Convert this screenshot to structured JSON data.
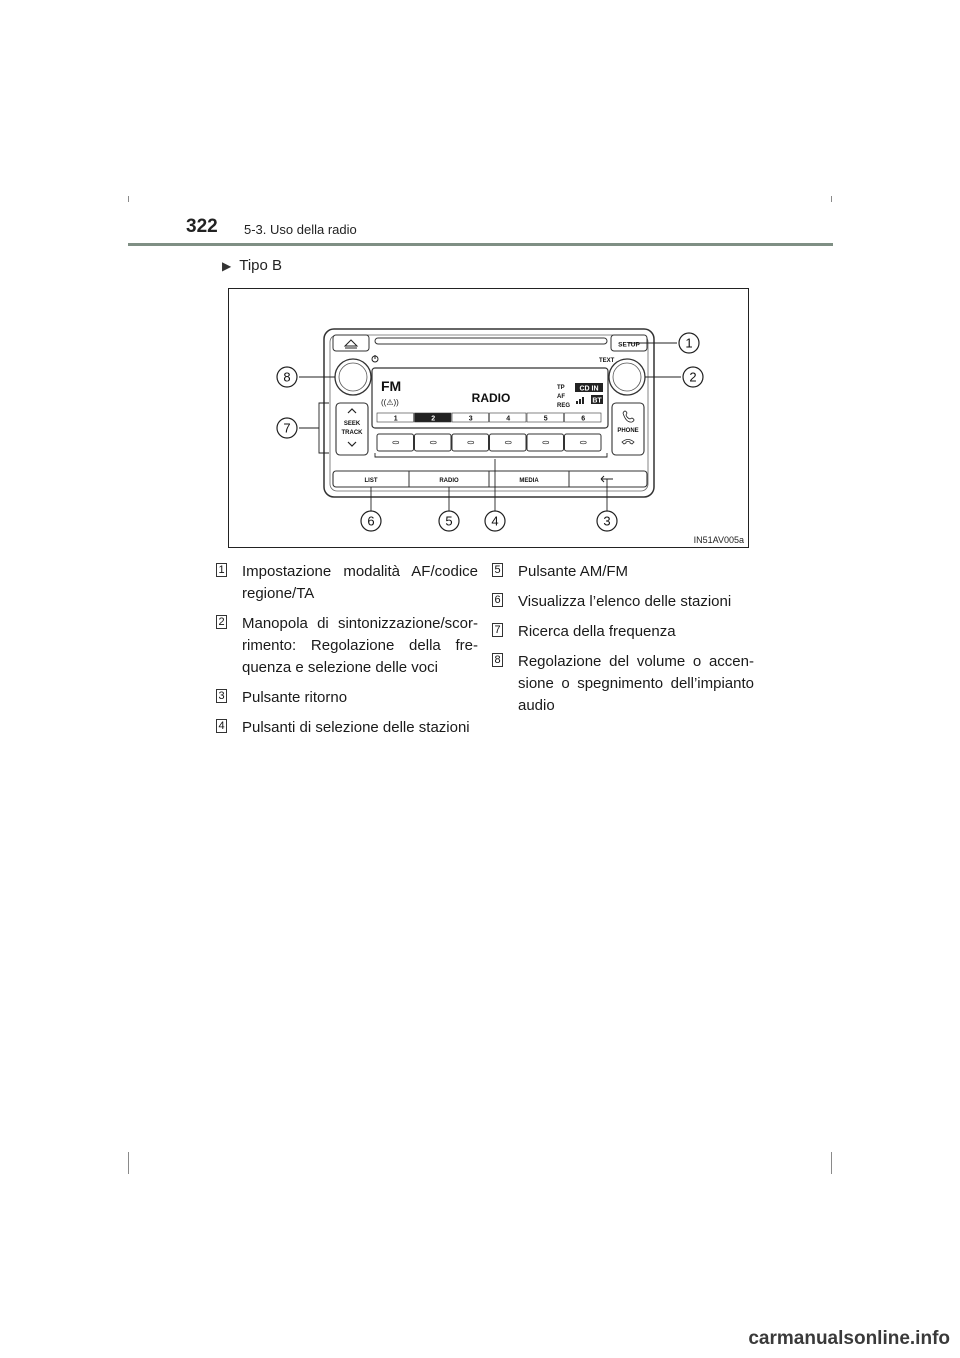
{
  "header": {
    "page_number": "322",
    "section_title": "5-3. Uso della radio"
  },
  "subhead": {
    "bullet_icon": "triangle-right",
    "text": "Tipo B"
  },
  "figure": {
    "code": "IN51AV005a",
    "panel": {
      "setup_label": "SETUP",
      "text_label": "TEXT",
      "display_band": "FM",
      "display_title": "RADIO",
      "indicators": [
        "TP",
        "AF",
        "REG"
      ],
      "cd_in_label": "CD IN",
      "bt_label": "BT",
      "preset_numbers": [
        "1",
        "2",
        "3",
        "4",
        "5",
        "6"
      ],
      "selected_preset": "2",
      "seek_label": "SEEK",
      "track_label": "TRACK",
      "phone_label": "PHONE",
      "bottom_buttons": [
        "LIST",
        "RADIO",
        "MEDIA"
      ],
      "eject_icon": "eject-icon",
      "power_icon": "power-icon",
      "back_icon": "back-arrow-icon"
    },
    "callouts": [
      "1",
      "2",
      "3",
      "4",
      "5",
      "6",
      "7",
      "8"
    ]
  },
  "legend": {
    "left": [
      {
        "num": "1",
        "text": "Impostazione modalità AF/codice regione/TA"
      },
      {
        "num": "2",
        "text": "Manopola di sintonizzazione/scor-rimento: Regolazione della fre-quenza e selezione delle voci"
      },
      {
        "num": "3",
        "text": "Pulsante ritorno"
      },
      {
        "num": "4",
        "text": "Pulsanti di selezione delle stazioni"
      }
    ],
    "right": [
      {
        "num": "5",
        "text": "Pulsante AM/FM"
      },
      {
        "num": "6",
        "text": "Visualizza l’elenco delle stazioni"
      },
      {
        "num": "7",
        "text": "Ricerca della frequenza"
      },
      {
        "num": "8",
        "text": "Regolazione del volume o accen-sione o spegnimento dell’impianto audio"
      }
    ]
  },
  "watermark": "carmanualsonline.info"
}
